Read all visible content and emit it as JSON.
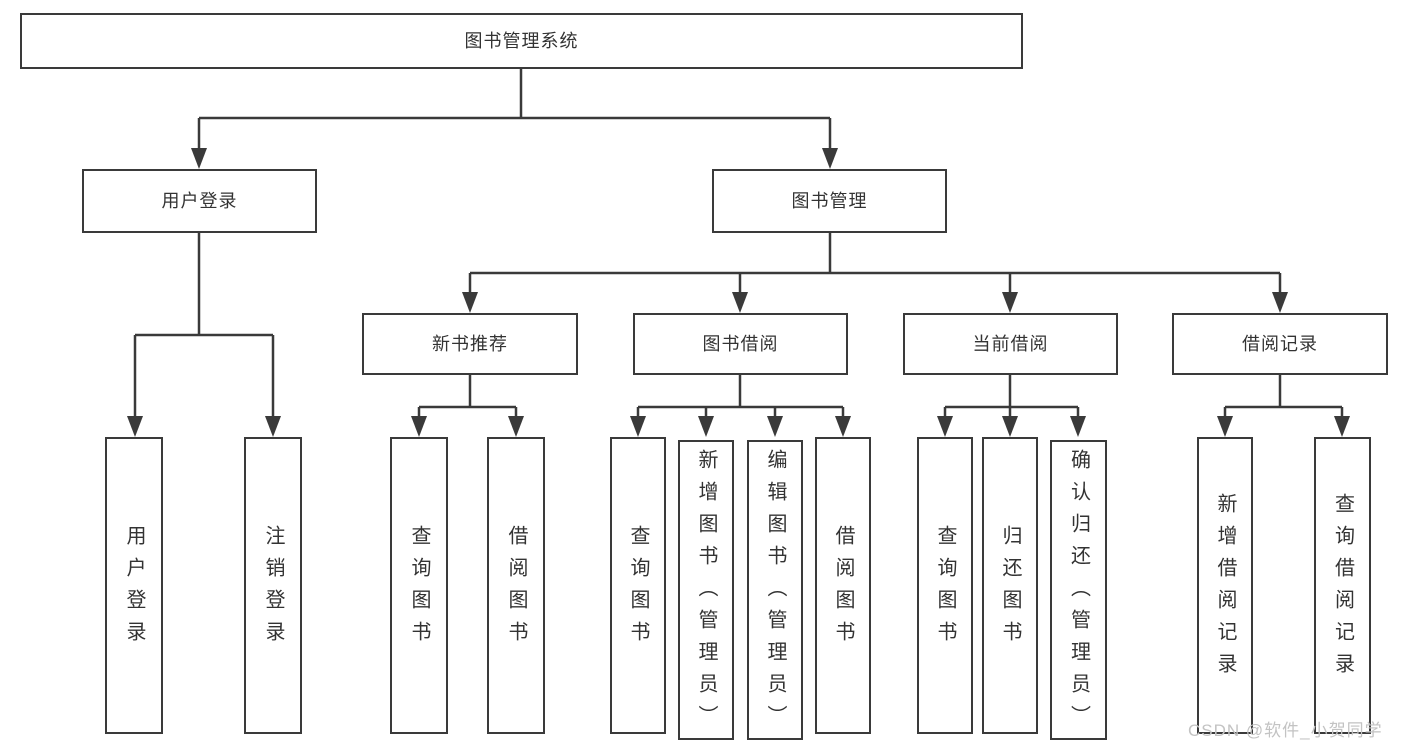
{
  "title": "图书管理系统",
  "branches": {
    "user_login": {
      "label": "用户登录",
      "children": [
        "用户登录",
        "注销登录"
      ]
    },
    "book_management": {
      "label": "图书管理",
      "sections": [
        {
          "label": "新书推荐",
          "children": [
            "查询图书",
            "借阅图书"
          ]
        },
        {
          "label": "图书借阅",
          "children": [
            "查询图书",
            "新增图书（管理员）",
            "编辑图书（管理员）",
            "借阅图书"
          ]
        },
        {
          "label": "当前借阅",
          "children": [
            "查询图书",
            "归还图书",
            "确认归还（管理员）"
          ]
        },
        {
          "label": "借阅记录",
          "children": [
            "新增借阅记录",
            "查询借阅记录"
          ]
        }
      ]
    }
  },
  "watermark": "CSDN @软件_小贺同学",
  "colors": {
    "line": "#3a3a3a",
    "text": "#333333",
    "background": "#ffffff",
    "watermark": "#c3c3c3"
  }
}
